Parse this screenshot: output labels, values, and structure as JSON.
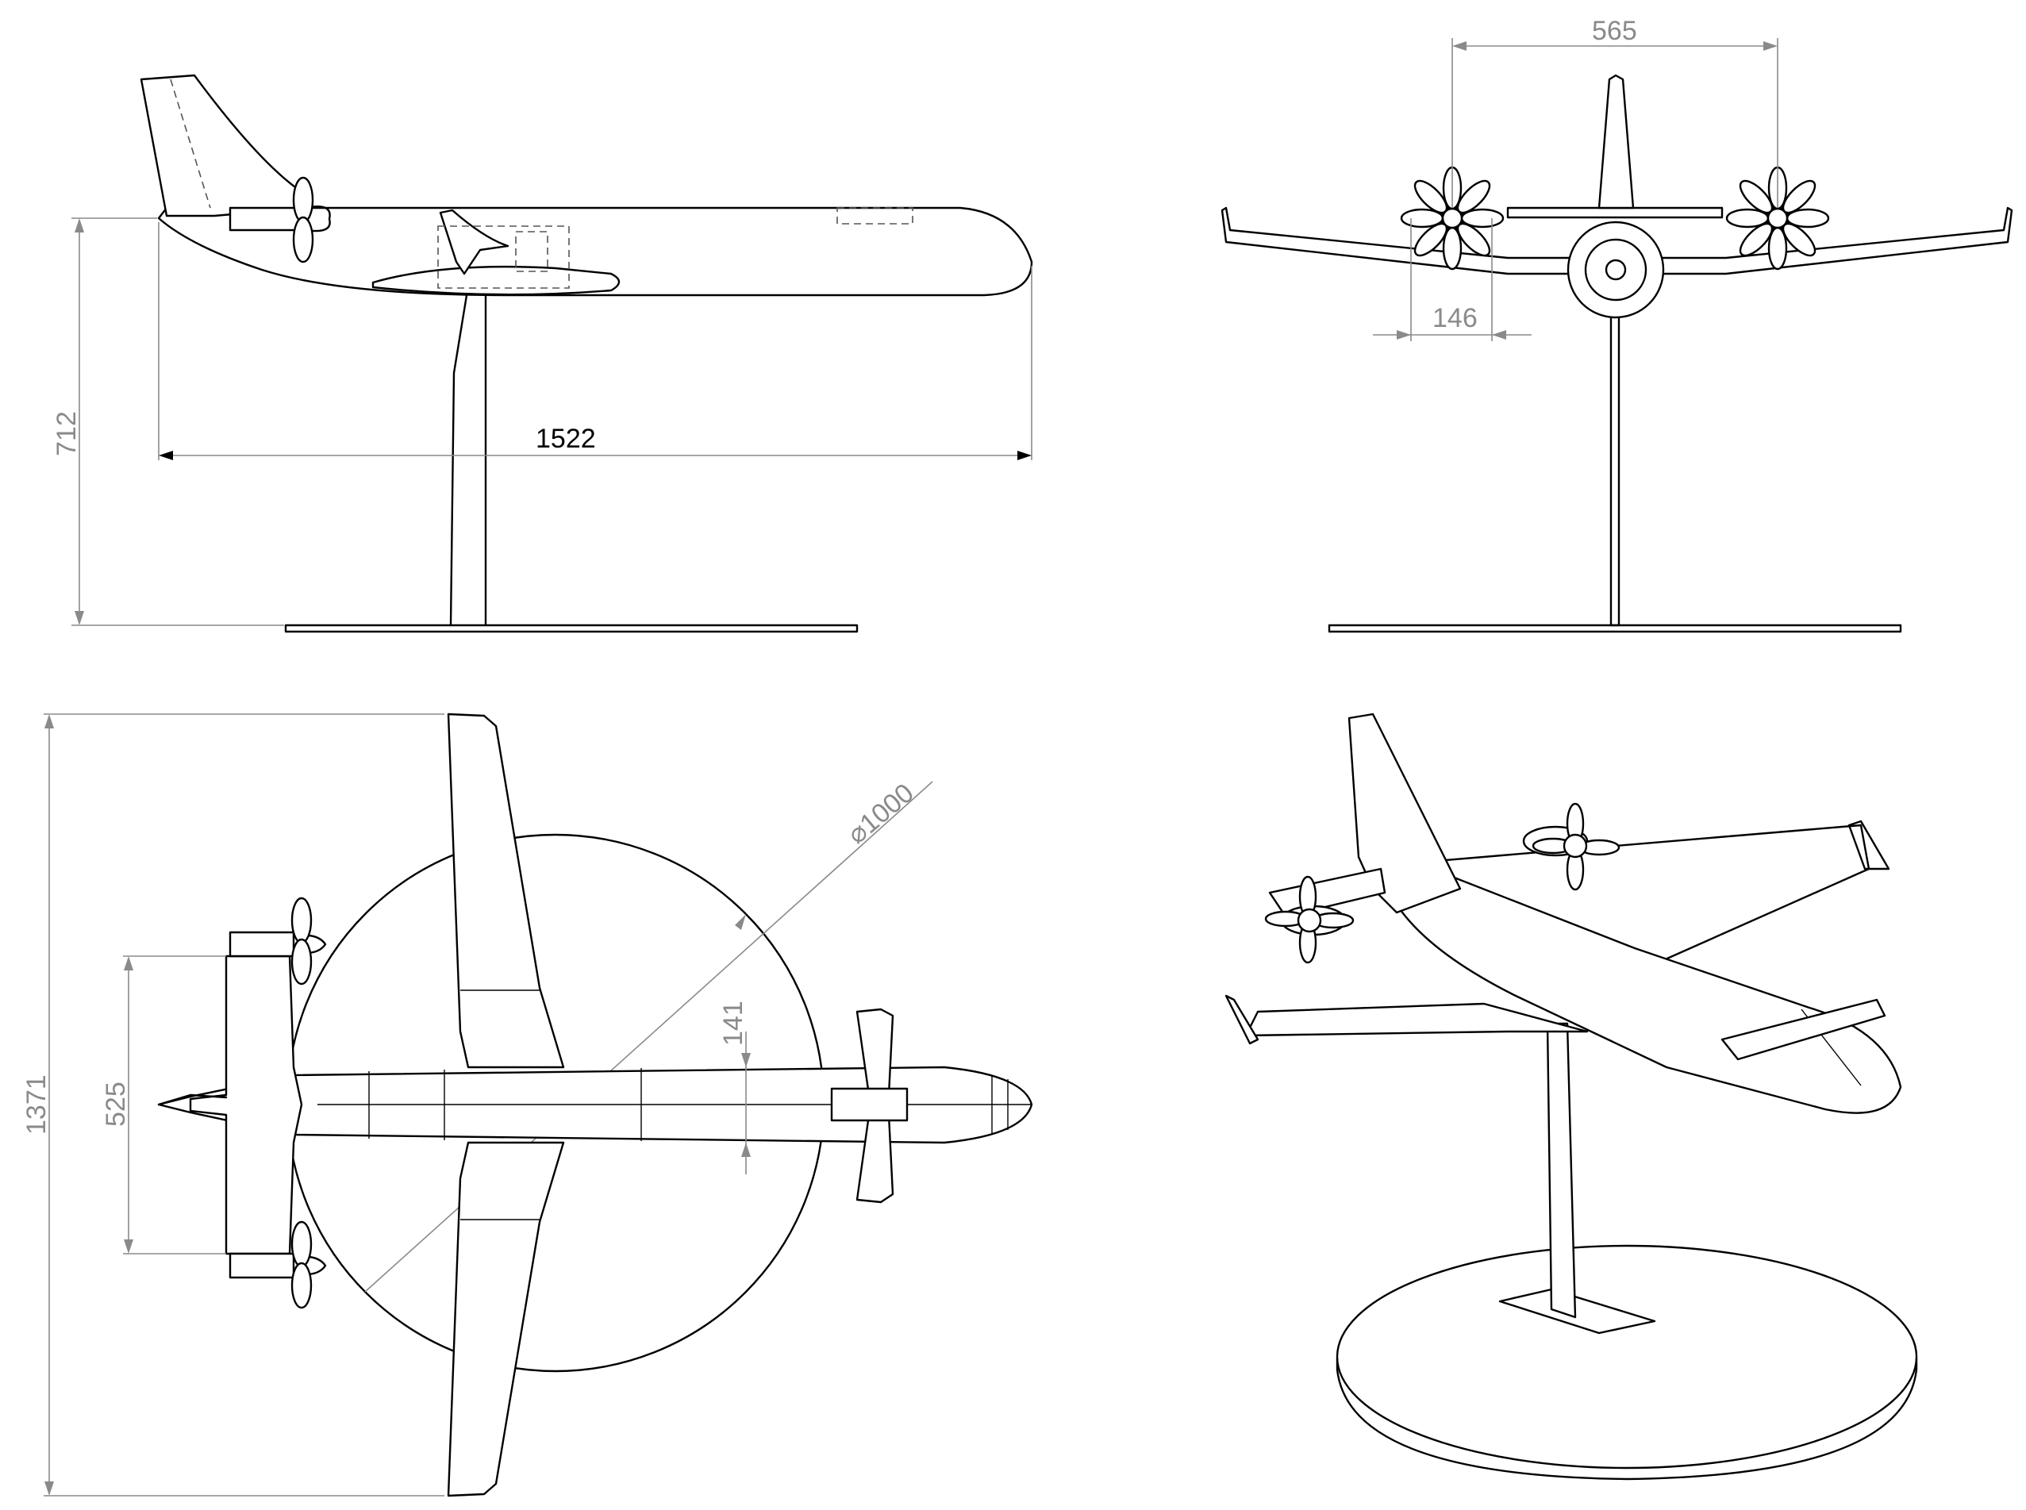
{
  "dimensions": {
    "side_height": "712",
    "side_length": "1522",
    "front_span": "565",
    "front_offset": "146",
    "top_span": "1371",
    "top_tail": "525",
    "top_fuselage": "141",
    "top_base": "1000"
  },
  "symbols": {
    "diameter": "⌀"
  },
  "colors": {
    "line": "#000000",
    "dimension": "#8a8a8a",
    "background": "#ffffff"
  }
}
